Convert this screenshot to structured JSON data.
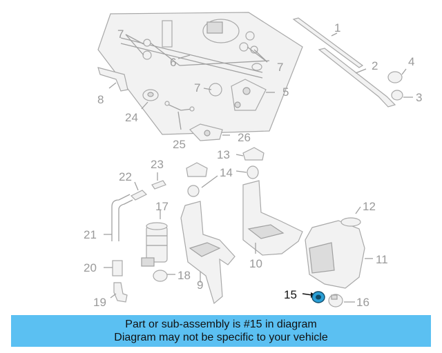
{
  "diagram": {
    "callouts": {
      "c1": "1",
      "c2": "2",
      "c3": "3",
      "c4": "4",
      "c5": "5",
      "c6": "6",
      "c7a": "7",
      "c7b": "7",
      "c7c": "7",
      "c8": "8",
      "c9": "9",
      "c10": "10",
      "c11": "11",
      "c12": "12",
      "c13": "13",
      "c14": "14",
      "c15": "15",
      "c16": "16",
      "c17": "17",
      "c18": "18",
      "c19": "19",
      "c20": "20",
      "c21": "21",
      "c22": "22",
      "c23": "23",
      "c24": "24",
      "c25": "25",
      "c26": "26"
    },
    "highlighted_part": "15",
    "colors": {
      "highlight_part": "#2a9fd6",
      "caption_background": "#5bc0f2",
      "callout_gray": "#9a9a9a"
    }
  },
  "caption": {
    "line1": "Part or sub-assembly is #15 in diagram",
    "line2": "Diagram may not be specific to your vehicle"
  }
}
